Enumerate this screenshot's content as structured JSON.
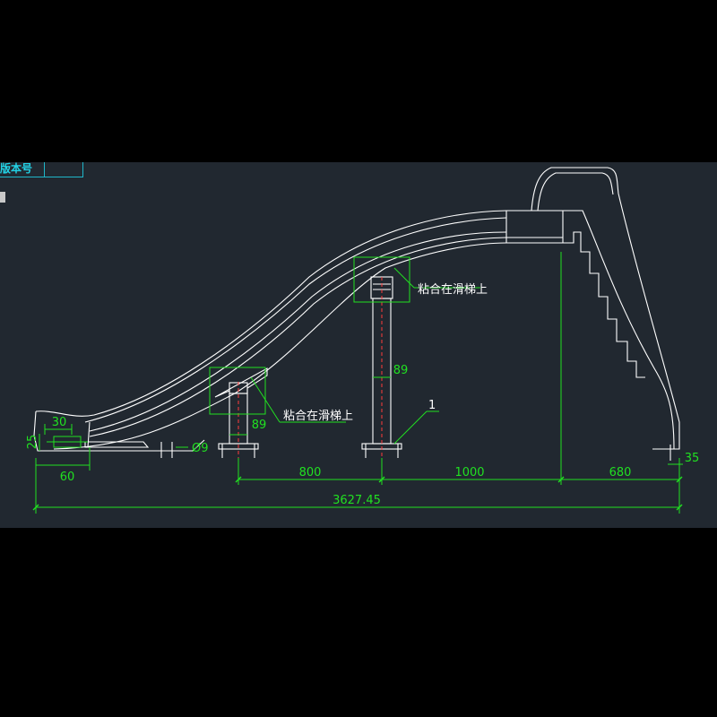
{
  "title_block": {
    "version_label": "版本号",
    "value": ""
  },
  "dimensions": {
    "overall": "3627.45",
    "span_1": "800",
    "span_2": "1000",
    "span_3": "680",
    "end_offset": "35",
    "outlet_length": "60",
    "outlet_width": "30",
    "outlet_height": "25",
    "hole_dia": "Ø9",
    "post_width_a": "89",
    "post_width_b": "89"
  },
  "annotations": {
    "bond_note_upper": "粘合在滑梯上",
    "bond_note_lower": "粘合在滑梯上",
    "callout_number": "1"
  },
  "colors": {
    "background": "#212830",
    "outline": "#ffffff",
    "dimension": "#21e021",
    "centerline": "#ff3b3b",
    "title_block": "#1fb6c9"
  }
}
